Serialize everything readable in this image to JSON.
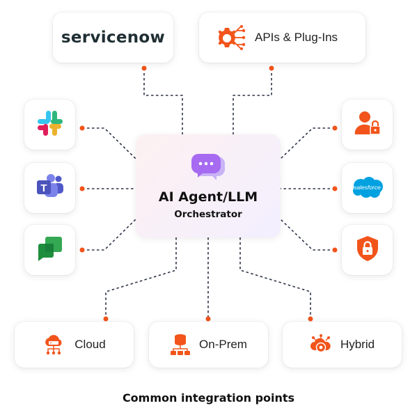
{
  "center": {
    "title": "AI Agent/LLM",
    "subtitle": "Orchestrator"
  },
  "top": {
    "servicenow_label": "servicenow",
    "apis_label": "APIs & Plug-Ins"
  },
  "bottom": {
    "cloud_label": "Cloud",
    "onprem_label": "On-Prem",
    "hybrid_label": "Hybrid"
  },
  "left_icons": [
    "slack-icon",
    "microsoft-teams-icon",
    "google-chat-icon"
  ],
  "right_icons": [
    "user-lock-icon",
    "salesforce-icon",
    "shield-lock-icon"
  ],
  "salesforce_text": "salesforce",
  "caption": "Common integration points",
  "colors": {
    "accent": "#f2541b",
    "line": "#2b3147",
    "center_icon": "#a66bf0"
  }
}
